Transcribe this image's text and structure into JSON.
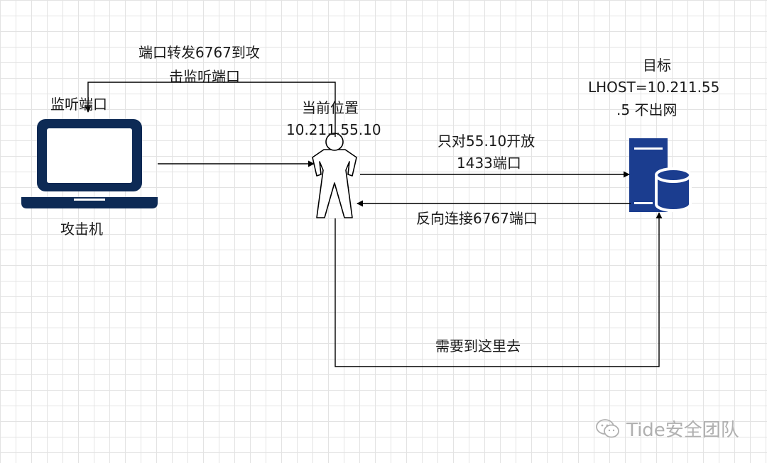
{
  "labels": {
    "port_forward_line1": "端口转发6767到攻",
    "port_forward_line2": "击监听端口",
    "listen_port": "监听端口",
    "attacker": "攻击机",
    "current_position_title": "当前位置",
    "current_position_ip": "10.211.55.10",
    "target_title": "目标",
    "target_lhost": "LHOST=10.211.55",
    "target_lhost_cont": ".5 不出网",
    "only_open_line1": "只对55.10开放",
    "only_open_line2": "1433端口",
    "reverse_connect": "反向连接6767端口",
    "need_to_go": "需要到这里去"
  },
  "watermark": {
    "text": "Tide安全团队",
    "icon": "wechat-icon"
  },
  "colors": {
    "line": "#000000",
    "laptop": "#0d2a55",
    "server": "#1b3d8f",
    "grid": "#e3e3e3"
  },
  "icons": {
    "attacker": "laptop-icon",
    "current": "person-icon",
    "target": "database-server-icon"
  }
}
